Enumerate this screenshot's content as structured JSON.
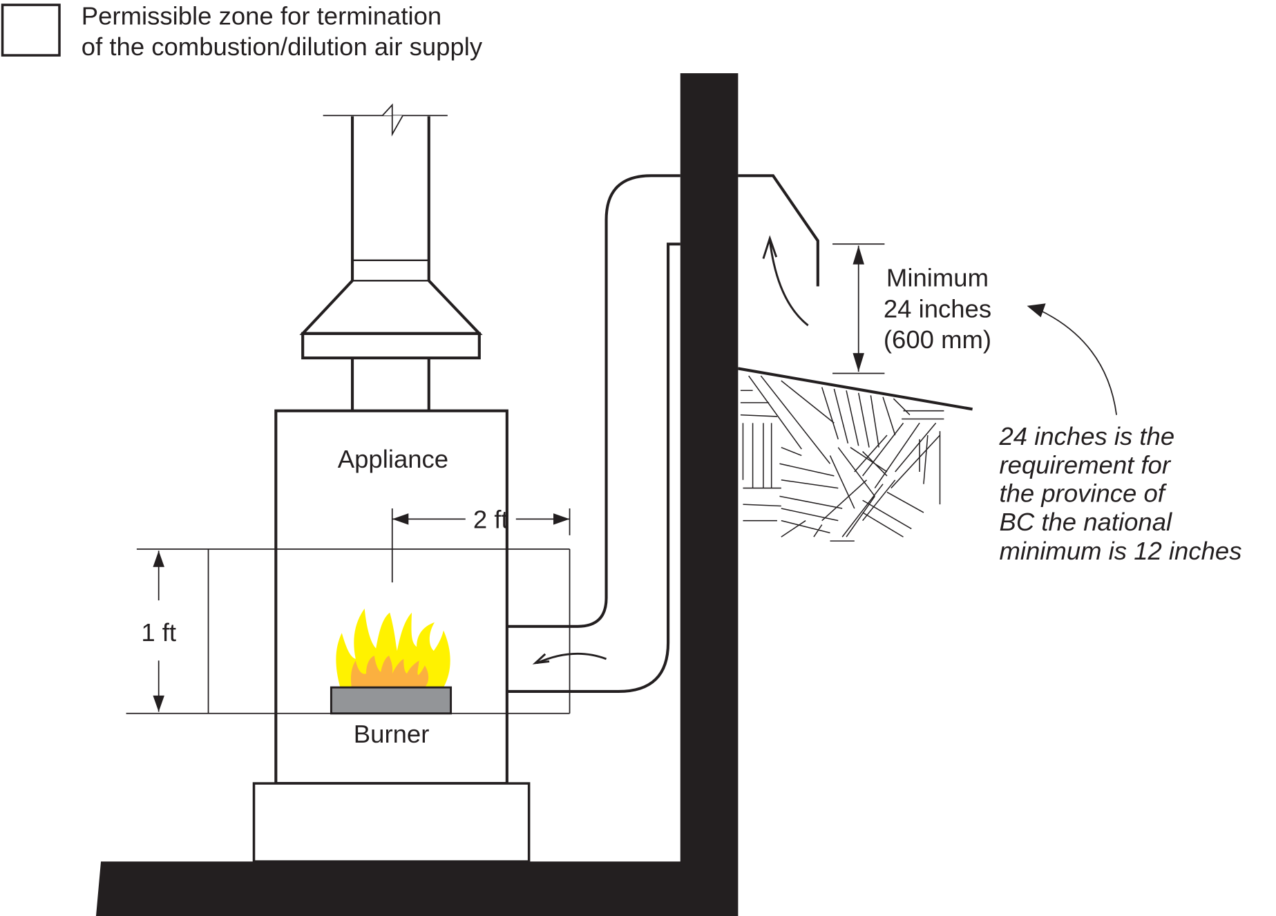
{
  "legend": {
    "line1": "Permissible zone for termination",
    "line2": "of the combustion/dilution air supply"
  },
  "labels": {
    "appliance": "Appliance",
    "burner": "Burner",
    "horizontal_dimension": "2 ft",
    "vertical_dimension": "1 ft",
    "minimum_line1": "Minimum",
    "minimum_line2": "24 inches",
    "minimum_line3": "(600 mm)"
  },
  "note": {
    "lines": [
      "24 inches is the",
      "requirement for",
      "the province of",
      "BC the national",
      "minimum is 12 inches"
    ]
  },
  "colors": {
    "ink": "#231f20",
    "flame_outer": "#fff200",
    "flame_inner": "#fbb040",
    "burner": "#939598"
  }
}
